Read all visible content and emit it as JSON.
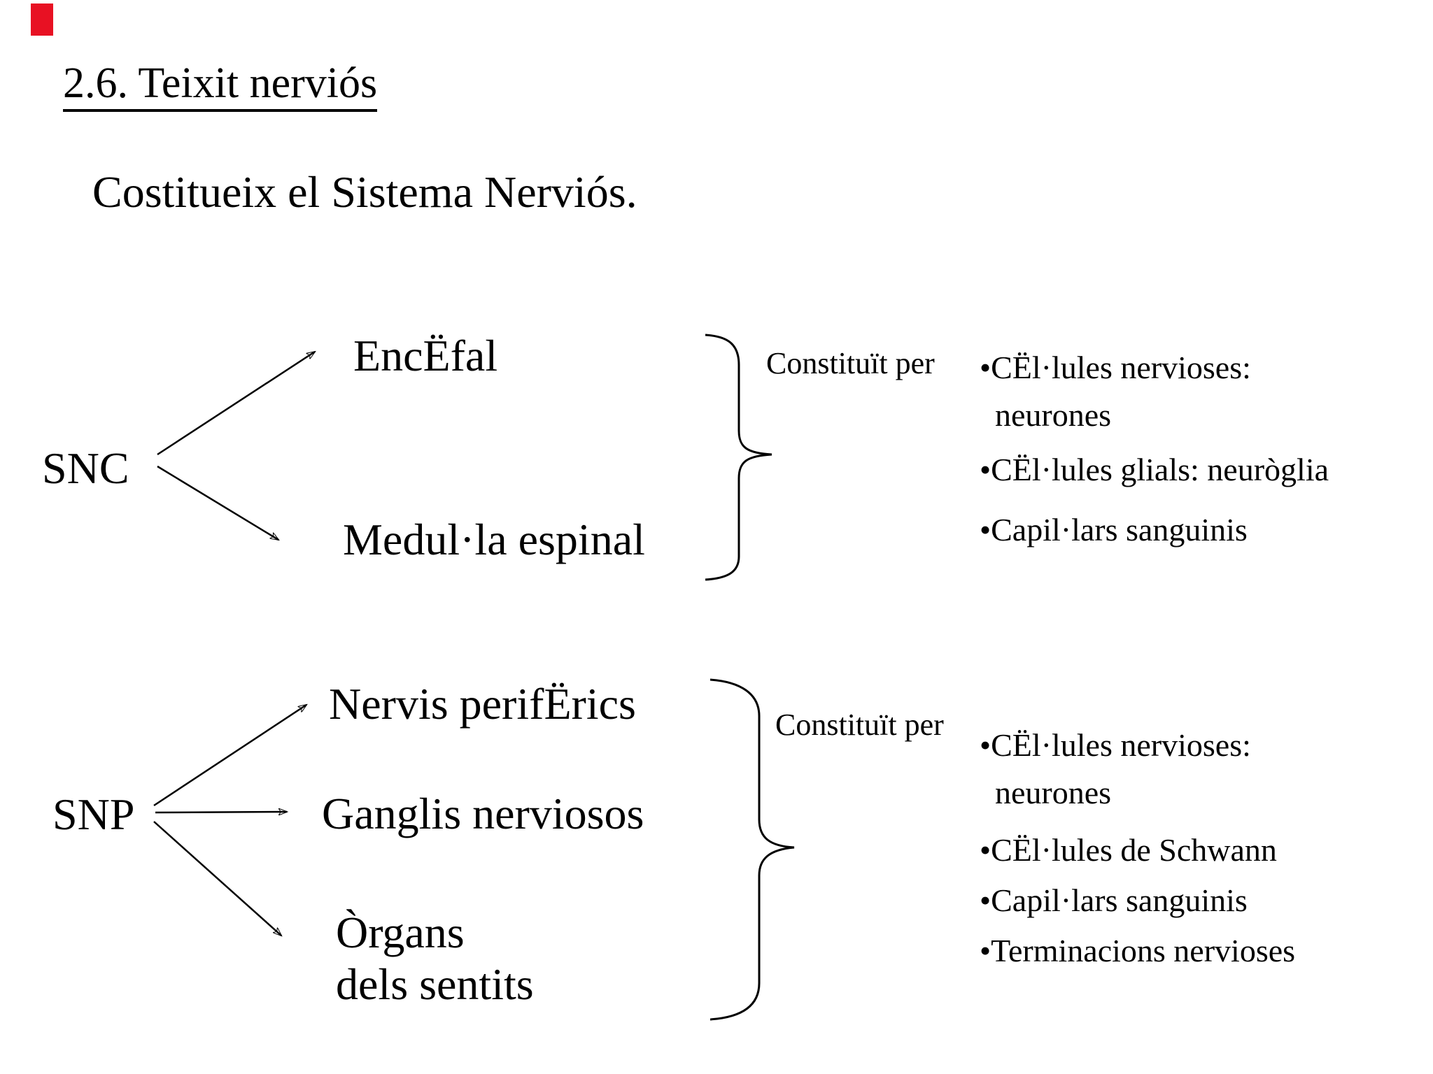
{
  "slide": {
    "title": "2.6. Teixit nerviós",
    "subtitle": "Costitueix el Sistema Nerviós.",
    "red_marker_color": "#e81123",
    "snc": {
      "label": "SNC",
      "item_encefal": "EncËfal",
      "item_medulla": "Medul·la espinal",
      "connector_label": "Constituït per",
      "bullet_lines": [
        "•CËl·lules nervioses:",
        "neurones",
        "•CËl·lules glials: neuròglia",
        "•Capil·lars sanguinis"
      ]
    },
    "snp": {
      "label": "SNP",
      "item_nervis": "Nervis perifËrics",
      "item_ganglis": "Ganglis nerviosos",
      "item_organs_line1": "Òrgans",
      "item_organs_line2": "dels sentits",
      "connector_label": "Constituït per",
      "bullet_lines": [
        "•CËl·lules nervioses:",
        "neurones",
        "•CËl·lules de Schwann",
        "•Capil·lars sanguinis",
        "•Terminacions nervioses"
      ]
    }
  }
}
